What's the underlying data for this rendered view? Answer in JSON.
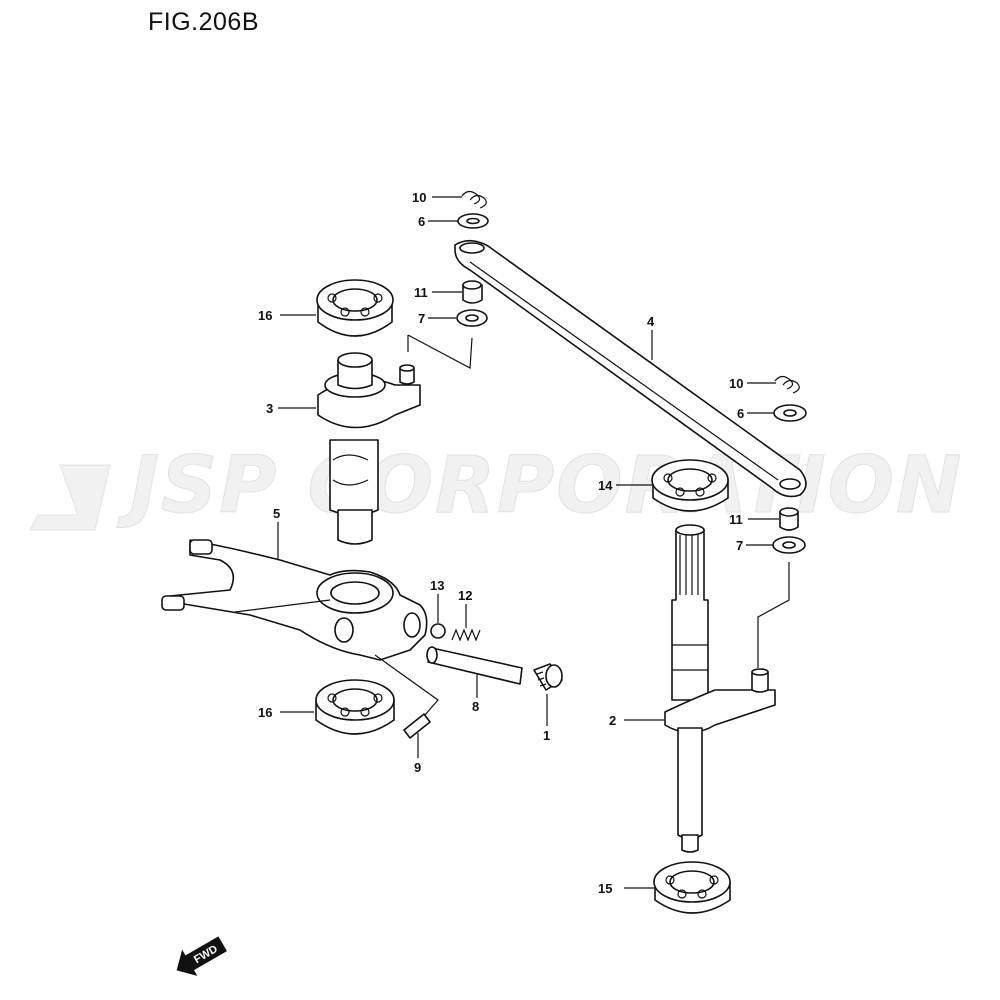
{
  "figure": {
    "title": "FIG.206B"
  },
  "watermark": {
    "text": "JSP CORPORATION"
  },
  "fwd_badge": {
    "text": "FWD"
  },
  "callouts": [
    {
      "id": "c10a",
      "label": "10"
    },
    {
      "id": "c6a",
      "label": "6"
    },
    {
      "id": "c16a",
      "label": "16"
    },
    {
      "id": "c11a",
      "label": "11"
    },
    {
      "id": "c7a",
      "label": "7"
    },
    {
      "id": "c4",
      "label": "4"
    },
    {
      "id": "c10b",
      "label": "10"
    },
    {
      "id": "c6b",
      "label": "6"
    },
    {
      "id": "c3",
      "label": "3"
    },
    {
      "id": "c14",
      "label": "14"
    },
    {
      "id": "c11b",
      "label": "11"
    },
    {
      "id": "c7b",
      "label": "7"
    },
    {
      "id": "c5",
      "label": "5"
    },
    {
      "id": "c13",
      "label": "13"
    },
    {
      "id": "c12",
      "label": "12"
    },
    {
      "id": "c16b",
      "label": "16"
    },
    {
      "id": "c8",
      "label": "8"
    },
    {
      "id": "c1",
      "label": "1"
    },
    {
      "id": "c2",
      "label": "2"
    },
    {
      "id": "c9",
      "label": "9"
    },
    {
      "id": "c15",
      "label": "15"
    }
  ]
}
